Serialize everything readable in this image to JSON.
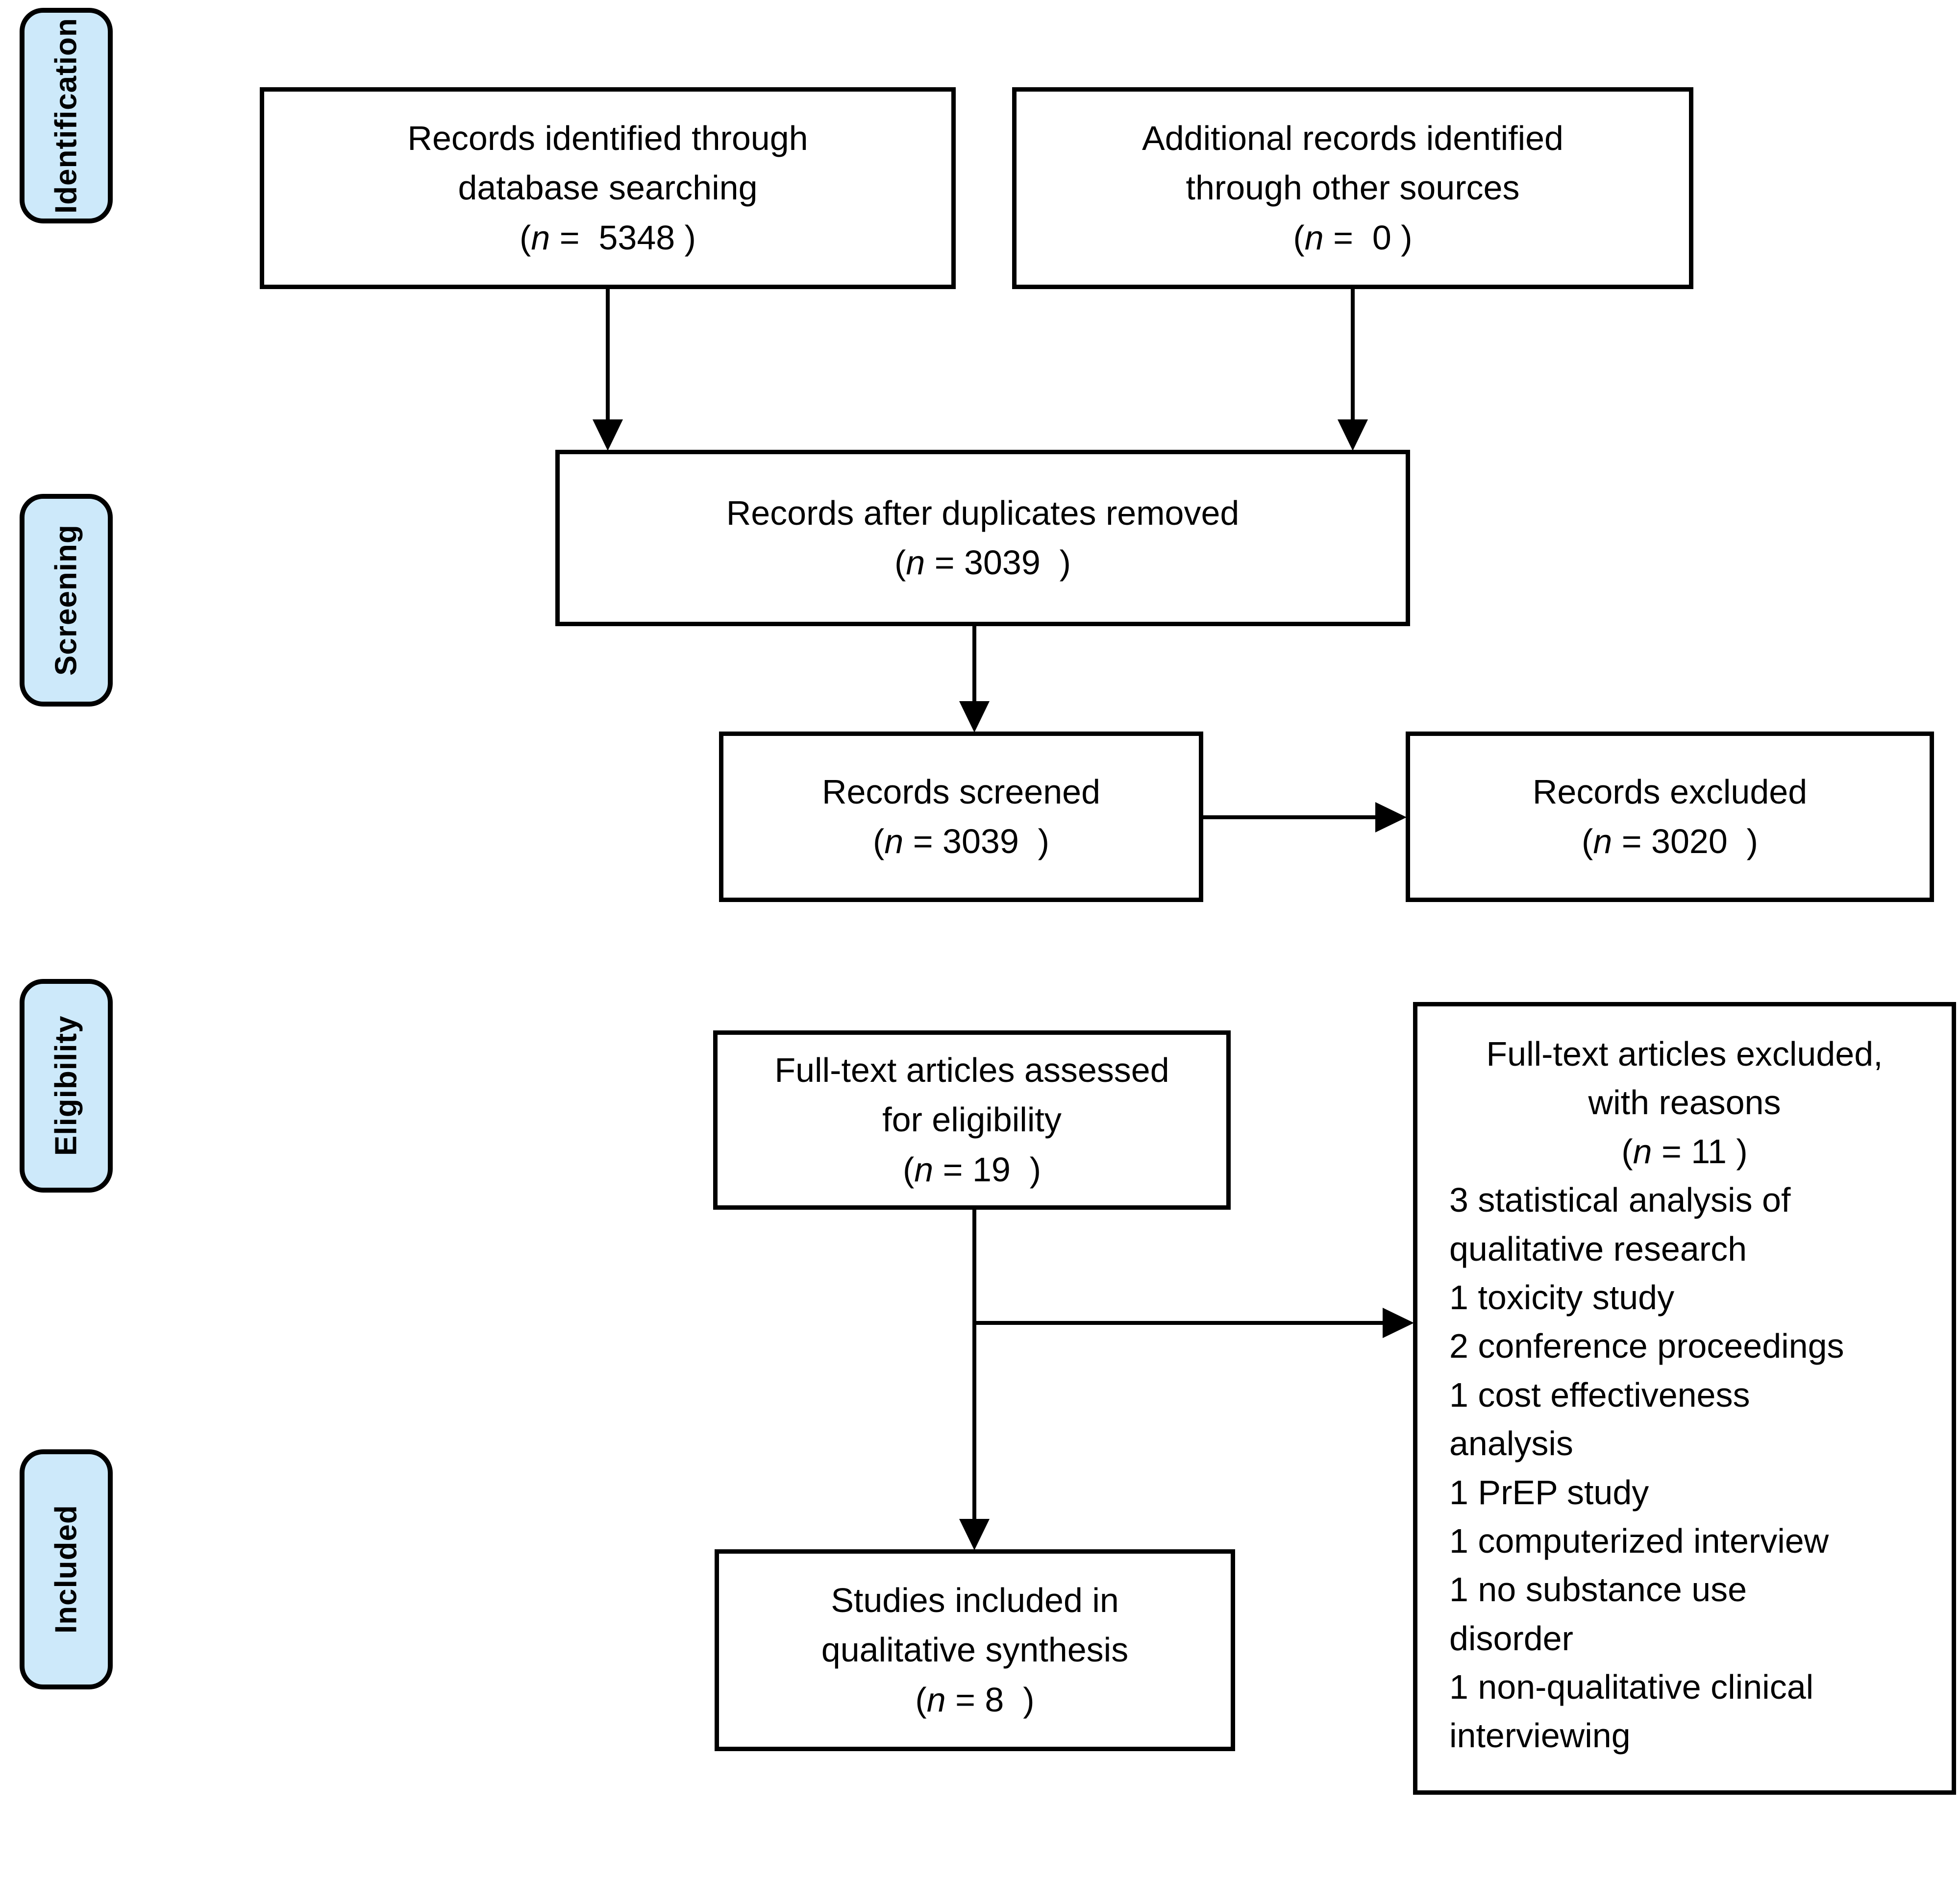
{
  "colors": {
    "page_bg": "#ffffff",
    "stage_fill": "#cde9fa",
    "box_bg": "#ffffff",
    "line": "#000000"
  },
  "stages": [
    {
      "label": "Identification"
    },
    {
      "label": "Screening"
    },
    {
      "label": "Eligibility"
    },
    {
      "label": "Included"
    }
  ],
  "boxes": {
    "identified": {
      "lines": [
        "Records identified through",
        "database searching"
      ],
      "n_open": "(",
      "n_sym": "n",
      "n_rest": " =  5348 )",
      "n_value": "5348"
    },
    "additional": {
      "lines": [
        "Additional records identified",
        "through other sources"
      ],
      "n_open": "(",
      "n_sym": "n",
      "n_rest": " =  0 )",
      "n_value": "0"
    },
    "duplicates": {
      "lines": [
        "Records after duplicates removed"
      ],
      "n_open": "(",
      "n_sym": "n",
      "n_rest": " = 3039  )",
      "n_value": "3039"
    },
    "screened": {
      "lines": [
        "Records screened"
      ],
      "n_open": "(",
      "n_sym": "n",
      "n_rest": " = 3039  )",
      "n_value": "3039"
    },
    "excluded": {
      "lines": [
        "Records excluded"
      ],
      "n_open": "(",
      "n_sym": "n",
      "n_rest": " = 3020  )",
      "n_value": "3020"
    },
    "fulltext": {
      "lines": [
        "Full-text articles assessed",
        "for eligibility"
      ],
      "n_open": "(",
      "n_sym": "n",
      "n_rest": " = 19  )",
      "n_value": "19"
    },
    "reasons": {
      "lines": [
        "Full-text articles excluded,",
        "with reasons"
      ],
      "n_open": "(",
      "n_sym": "n",
      "n_rest": " = 11 )",
      "n_value": "11",
      "items": [
        "3 statistical analysis of qualitative research",
        "1 toxicity study",
        "2 conference proceedings",
        "1 cost effectiveness analysis",
        "1 PrEP study",
        "1 computerized interview",
        "1 no substance use disorder",
        "1 non-qualitative clinical interviewing"
      ]
    },
    "included": {
      "lines": [
        "Studies included in",
        "qualitative synthesis"
      ],
      "n_open": "(",
      "n_sym": "n",
      "n_rest": " = 8  )",
      "n_value": "8"
    }
  }
}
